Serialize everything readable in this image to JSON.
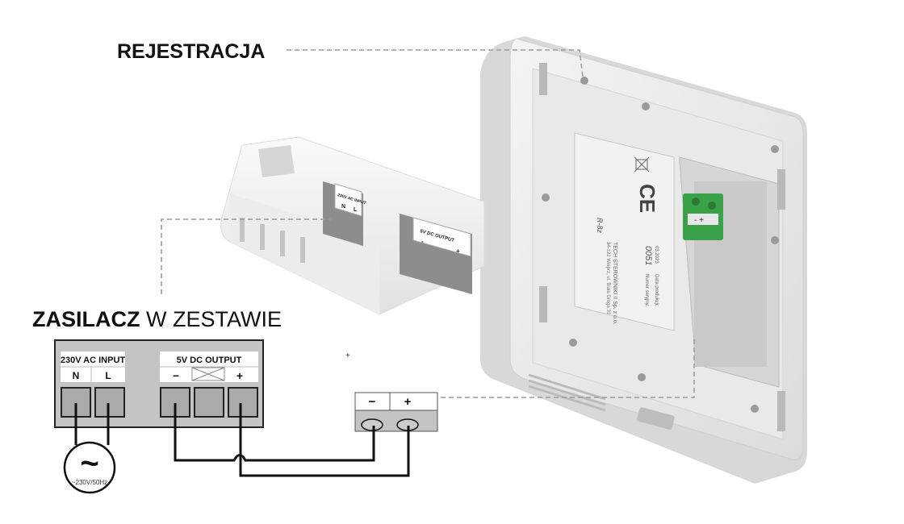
{
  "callouts": {
    "registration": "REJESTRACJA",
    "psu_bold": "ZASILACZ",
    "psu_rest": " W ZESTAWIE"
  },
  "psu_diagram": {
    "input_header": "230V AC INPUT",
    "input_n": "N",
    "input_l": "L",
    "output_header": "5V DC OUTPUT",
    "output_minus": "−",
    "output_plus": "+",
    "source_label": "~230V/50Hz",
    "source_symbol": "~"
  },
  "device_terminal": {
    "minus": "−",
    "plus": "+"
  },
  "stray_mark": "+",
  "psu_photo": {
    "input_header": "230V AC INPUT",
    "input_n": "N",
    "input_l": "L",
    "output_header": "5V DC OUTPUT",
    "output_minus": "-",
    "output_plus": "+"
  },
  "device_label": {
    "manufacturer": "TECH STEROWNIKI II Sp. z o.o.",
    "address": "34-122 Wieprz, ul. Biała Droga 31",
    "model": "R-8z",
    "serial_label": "Numer seryjny:",
    "serial": "0051",
    "date_label": "Data produkcji:",
    "date": "03.2023",
    "ce": "CE"
  }
}
